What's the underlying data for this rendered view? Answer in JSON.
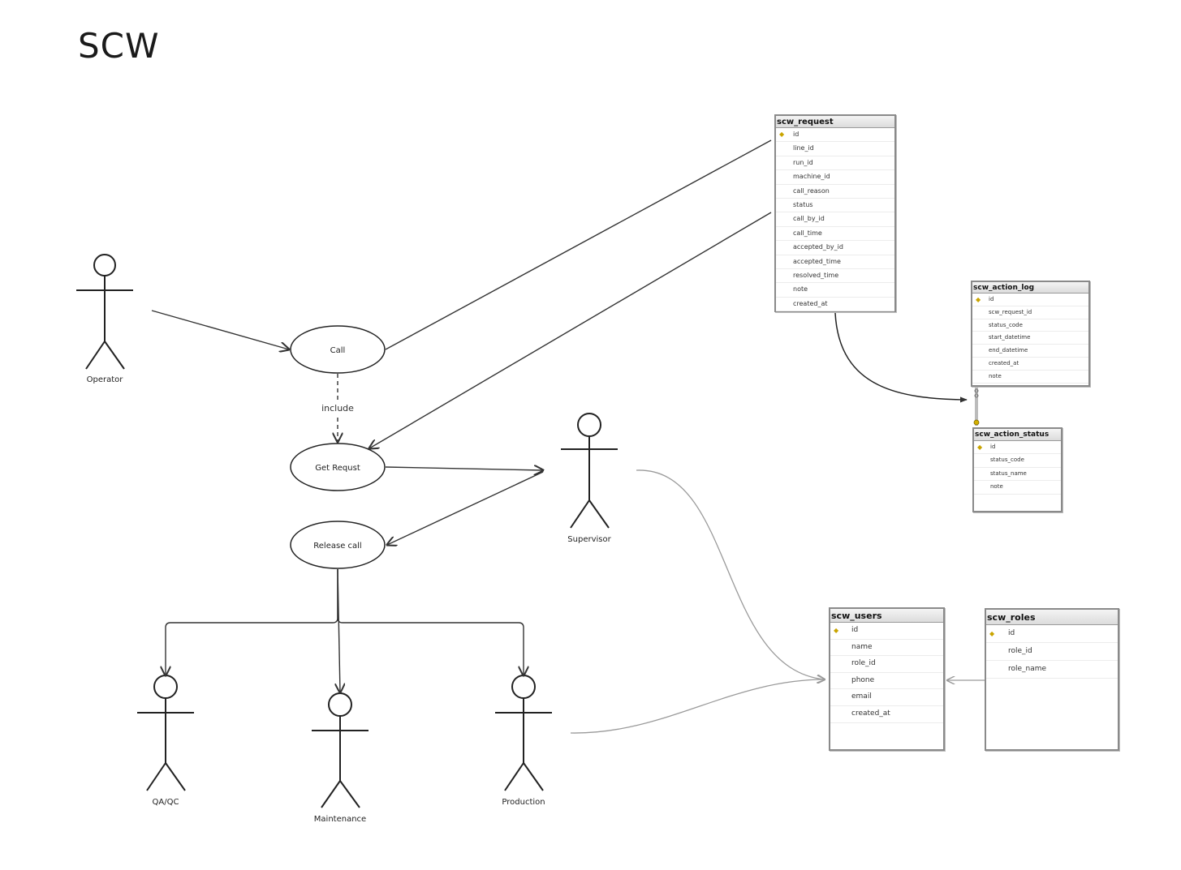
{
  "title": "SCW",
  "actors": {
    "operator": "Operator",
    "supervisor": "Supervisor",
    "qa_qc": "QA/QC",
    "maintenance": "Maintenance",
    "production": "Production"
  },
  "use_cases": {
    "call": "Call",
    "get_request": "Get Requst",
    "release_call": "Release call"
  },
  "relations": {
    "include": "include"
  },
  "tables": {
    "scw_request": {
      "name": "scw_request",
      "columns": [
        "id",
        "line_id",
        "run_id",
        "machine_id",
        "call_reason",
        "status",
        "call_by_id",
        "call_time",
        "accepted_by_id",
        "accepted_time",
        "resolved_time",
        "note",
        "created_at"
      ]
    },
    "scw_action_log": {
      "name": "scw_action_log",
      "columns": [
        "id",
        "scw_request_id",
        "status_code",
        "start_datetime",
        "end_datetime",
        "created_at",
        "note"
      ]
    },
    "scw_action_status": {
      "name": "scw_action_status",
      "columns": [
        "id",
        "status_code",
        "status_name",
        "note"
      ]
    },
    "scw_users": {
      "name": "scw_users",
      "columns": [
        "id",
        "name",
        "role_id",
        "phone",
        "email",
        "created_at"
      ]
    },
    "scw_roles": {
      "name": "scw_roles",
      "columns": [
        "id",
        "role_id",
        "role_name"
      ]
    }
  },
  "icons": {
    "primary_key": "key-icon"
  },
  "colors": {
    "line": "#333333",
    "light_line": "#9a9a9a",
    "key": "#c9a400"
  }
}
